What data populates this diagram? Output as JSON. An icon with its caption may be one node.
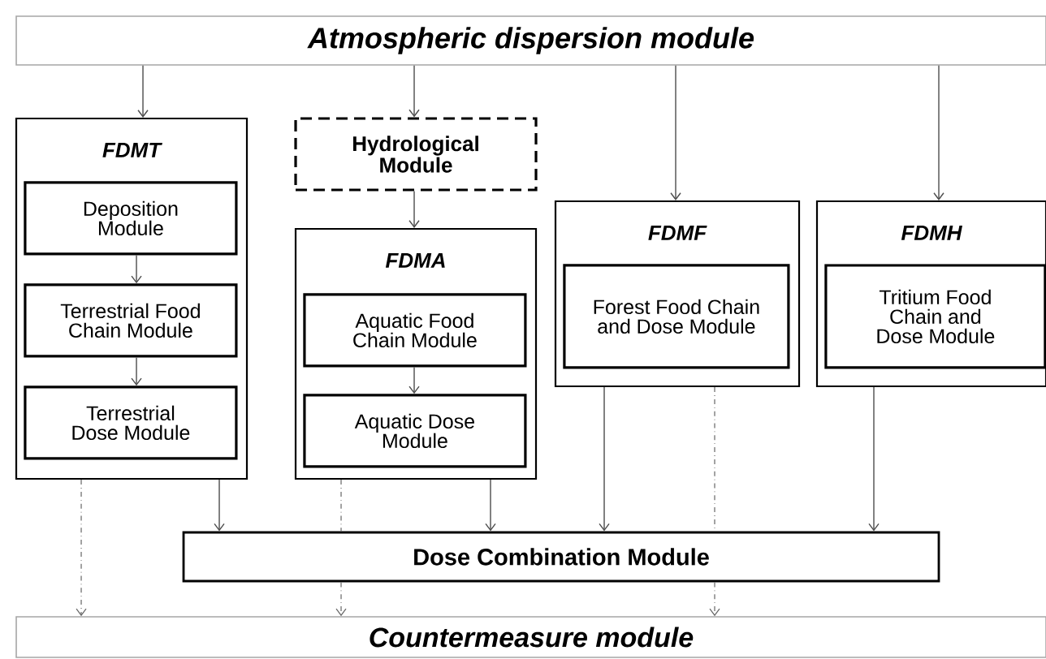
{
  "diagram": {
    "nodes": [
      {
        "text": [
          "Atmospheric dispersion module"
        ]
      },
      {
        "text": [
          "FDMT"
        ]
      },
      {
        "text": [
          "Deposition Module"
        ],
        "in": 1
      },
      {
        "text": [
          "Terrestrial Food Chain Module"
        ],
        "in": 1
      },
      {
        "text": [
          "Terrestrial Dose Module"
        ],
        "in": 1
      },
      {
        "text": [
          "Hydrological Module"
        ]
      },
      {
        "text": [
          "FDMA"
        ]
      },
      {
        "text": [
          "Aquatic Food Chain Module"
        ],
        "in": 6
      },
      {
        "text": [
          "Aquatic Dose Module"
        ],
        "in": 6
      },
      {
        "text": [
          "FDMF"
        ]
      },
      {
        "text": [
          "Forest Food Chain and Dose Module"
        ],
        "in": 9
      },
      {
        "text": [
          "FDMH"
        ]
      },
      {
        "text": [
          "Tritium Food Chain and Dose Module"
        ],
        "in": 11
      },
      {
        "text": [
          "Dose Combination Module"
        ]
      },
      {
        "text": [
          "Countermeasure module"
        ]
      }
    ],
    "edges": [
      {
        "from": 0,
        "to": 1,
        "arrow": "to"
      },
      {
        "from": 0,
        "to": 5,
        "arrow": "to"
      },
      {
        "from": 0,
        "to": 9,
        "arrow": "to"
      },
      {
        "from": 0,
        "to": 11,
        "arrow": "to"
      },
      {
        "from": 2,
        "to": 3,
        "arrow": "to"
      },
      {
        "from": 3,
        "to": 4,
        "arrow": "to"
      },
      {
        "from": 5,
        "to": 6,
        "arrow": "to"
      },
      {
        "from": 7,
        "to": 8,
        "arrow": "to"
      },
      {
        "from": 1,
        "to": 13,
        "arrow": "to"
      },
      {
        "from": 6,
        "to": 13,
        "arrow": "to"
      },
      {
        "from": 9,
        "to": 13,
        "arrow": "to"
      },
      {
        "from": 11,
        "to": 13,
        "arrow": "to"
      },
      {
        "from": 1,
        "to": 14,
        "arrow": "to",
        "style": "dashed"
      },
      {
        "from": 6,
        "to": 13,
        "arrow": "none",
        "style": "dashed"
      },
      {
        "from": 13,
        "to": 14,
        "arrow": "to",
        "style": "dashed"
      },
      {
        "from": 9,
        "to": 13,
        "arrow": "none",
        "style": "dashed"
      },
      {
        "from": 13,
        "to": 14,
        "arrow": "to",
        "style": "dashed"
      }
    ]
  }
}
